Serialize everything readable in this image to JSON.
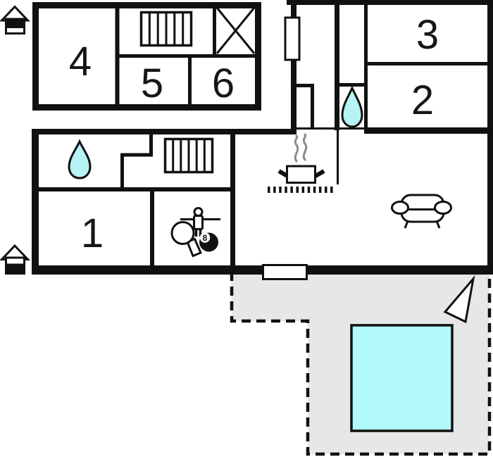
{
  "plan_type": "vacation-home-floor-plan",
  "colors": {
    "background": "#ffffff",
    "wall": "#111111",
    "water": "#b5f3f5",
    "pool": "#b2fafa",
    "terrace": "#e7e7e7",
    "steam": "#8a8a8a",
    "label": "#161616"
  },
  "rooms": {
    "r1": {
      "label": "1"
    },
    "r2": {
      "label": "2"
    },
    "r3": {
      "label": "3"
    },
    "r4": {
      "label": "4"
    },
    "r5": {
      "label": "5"
    },
    "r6": {
      "label": "6"
    }
  },
  "eight_ball": {
    "label": "8"
  },
  "icons": {
    "upper_floor_marker": "house-upper-floor-icon",
    "ground_floor_marker": "house-ground-floor-icon",
    "stairs_upper": "stairs-icon",
    "stairs_main": "stairs-icon",
    "skylight": "skylight-window-icon",
    "bathroom_upper_right": "water-drop-icon",
    "bathroom_main_left": "water-drop-icon",
    "kitchen": "stove-icon",
    "living_room": "sofa-icon",
    "game_room": [
      "table-tennis-paddle-icon",
      "foosball-player-icon",
      "eight-ball-icon"
    ],
    "terrace_pool": "swimming-pool",
    "orientation": "north-arrow-icon"
  }
}
